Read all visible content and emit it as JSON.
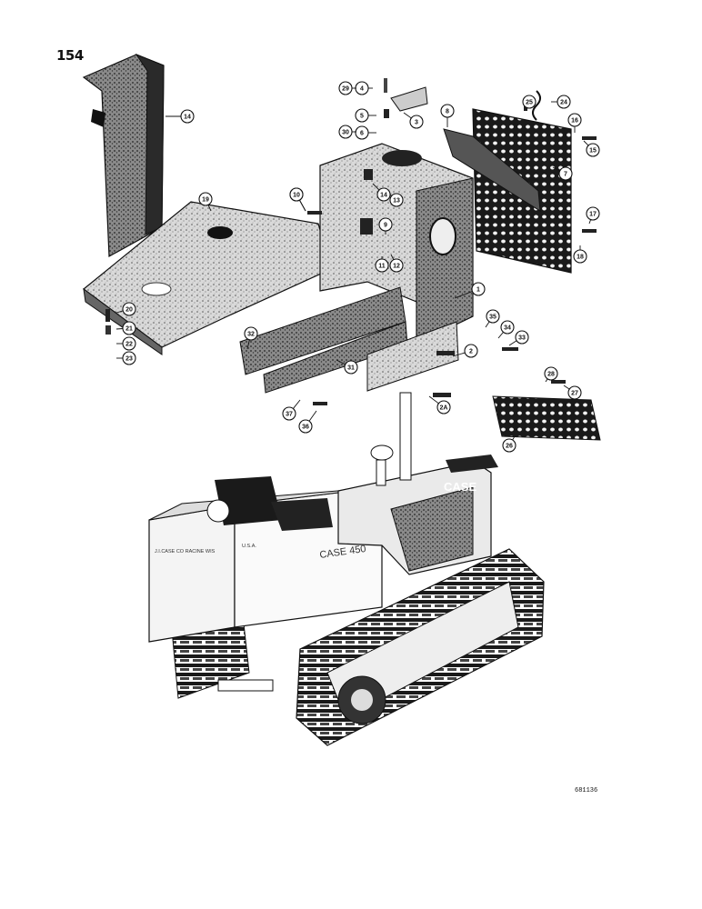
{
  "page_number": "154",
  "figure_code": "681136",
  "machine_labels": {
    "hood_brand": "CASE",
    "model": "CASE 450",
    "plate_line1": "J.I.CASE CO RACINE WIS",
    "plate_line2": "U.S.A."
  },
  "callouts": [
    "1",
    "2",
    "2A",
    "3",
    "4",
    "5",
    "6",
    "7",
    "8",
    "9",
    "10",
    "11",
    "12",
    "13",
    "14",
    "14",
    "15",
    "16",
    "17",
    "18",
    "19",
    "20",
    "21",
    "22",
    "23",
    "24",
    "25",
    "26",
    "27",
    "28",
    "29",
    "30",
    "31",
    "32",
    "33",
    "34",
    "35",
    "36",
    "37",
    "10"
  ]
}
